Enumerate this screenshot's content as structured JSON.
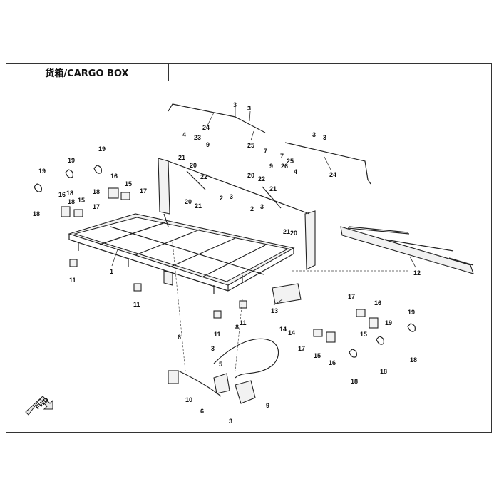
{
  "title": "货箱/CARGO BOX",
  "fwd_label": "FWD",
  "callouts": [
    {
      "text": "24"
    },
    {
      "text": "3"
    },
    {
      "text": "3"
    },
    {
      "text": "25"
    },
    {
      "text": "7"
    },
    {
      "text": "4"
    },
    {
      "text": "23"
    },
    {
      "text": "9"
    },
    {
      "text": "21"
    },
    {
      "text": "20"
    },
    {
      "text": "22"
    },
    {
      "text": "20"
    },
    {
      "text": "21"
    },
    {
      "text": "7"
    },
    {
      "text": "25"
    },
    {
      "text": "3"
    },
    {
      "text": "3"
    },
    {
      "text": "24"
    },
    {
      "text": "9"
    },
    {
      "text": "26"
    },
    {
      "text": "4"
    },
    {
      "text": "20"
    },
    {
      "text": "22"
    },
    {
      "text": "21"
    },
    {
      "text": "21"
    },
    {
      "text": "20"
    },
    {
      "text": "2"
    },
    {
      "text": "3"
    },
    {
      "text": "2"
    },
    {
      "text": "3"
    },
    {
      "text": "19"
    },
    {
      "text": "19"
    },
    {
      "text": "18"
    },
    {
      "text": "19"
    },
    {
      "text": "18"
    },
    {
      "text": "18"
    },
    {
      "text": "16"
    },
    {
      "text": "18"
    },
    {
      "text": "15"
    },
    {
      "text": "17"
    },
    {
      "text": "16"
    },
    {
      "text": "15"
    },
    {
      "text": "17"
    },
    {
      "text": "1"
    },
    {
      "text": "11"
    },
    {
      "text": "11"
    },
    {
      "text": "11"
    },
    {
      "text": "11"
    },
    {
      "text": "12"
    },
    {
      "text": "13"
    },
    {
      "text": "14"
    },
    {
      "text": "14"
    },
    {
      "text": "17"
    },
    {
      "text": "16"
    },
    {
      "text": "15"
    },
    {
      "text": "19"
    },
    {
      "text": "19"
    },
    {
      "text": "18"
    },
    {
      "text": "18"
    },
    {
      "text": "18"
    },
    {
      "text": "17"
    },
    {
      "text": "15"
    },
    {
      "text": "16"
    },
    {
      "text": "6"
    },
    {
      "text": "3"
    },
    {
      "text": "5"
    },
    {
      "text": "8"
    },
    {
      "text": "10"
    },
    {
      "text": "6"
    },
    {
      "text": "3"
    },
    {
      "text": "9"
    }
  ]
}
